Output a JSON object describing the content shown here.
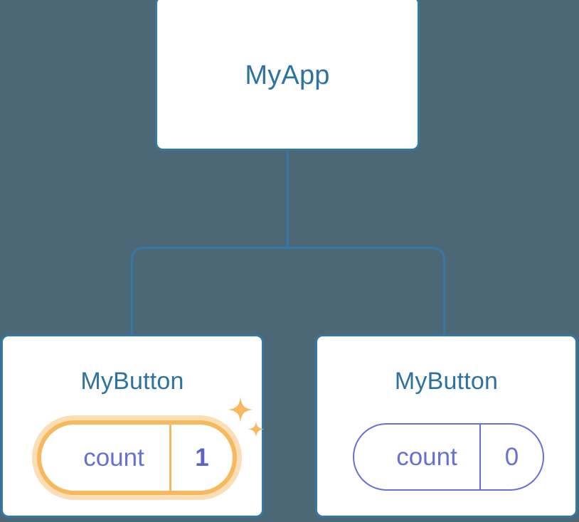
{
  "diagram": {
    "type": "component-tree",
    "background_color": "#4c6876",
    "node_border_color": "#3479a6",
    "node_title_color": "#2e72a0",
    "state_color": "#6670d8",
    "highlight_color": "#f7b95e",
    "highlight_glow_color": "#fbdeb5",
    "changed_value_color": "#5b63d3"
  },
  "root": {
    "title": "MyApp"
  },
  "children": [
    {
      "title": "MyButton",
      "state": {
        "key": "count",
        "value": "1"
      },
      "highlighted": true,
      "sparkles": {
        "large": "sparkle-large-icon",
        "small": "sparkle-small-icon"
      }
    },
    {
      "title": "MyButton",
      "state": {
        "key": "count",
        "value": "0"
      },
      "highlighted": false
    }
  ]
}
